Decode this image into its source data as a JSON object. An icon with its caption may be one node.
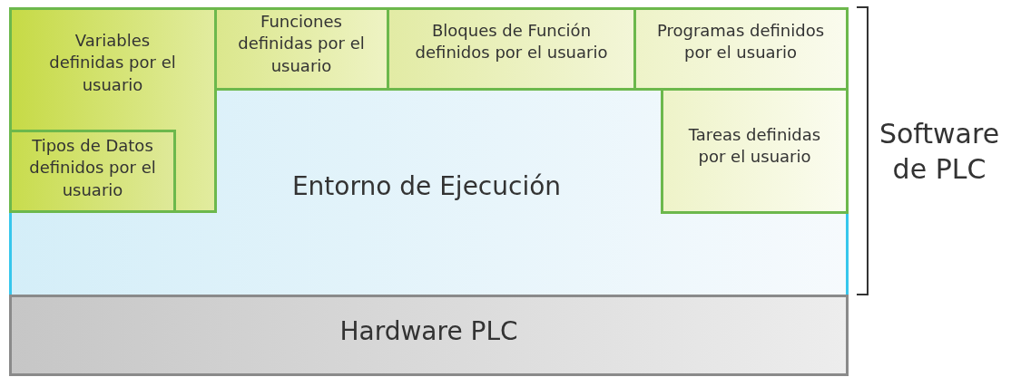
{
  "diagram": {
    "nodes": [
      {
        "text": [
          "Entorno de Ejecución"
        ]
      },
      {
        "text": [
          "Variables definidas por el usuario"
        ],
        "in": 0
      },
      {
        "text": [
          "Tipos de Datos definidos por el usuario"
        ],
        "in": 1
      },
      {
        "text": [
          "Funciones definidas por el usuario"
        ],
        "in": 0
      },
      {
        "text": [
          "Bloques de Función definidos por el usuario"
        ],
        "in": 0
      },
      {
        "text": [
          "Programas definidos por el usuario"
        ],
        "in": 0
      },
      {
        "text": [
          "Tareas definidas por el usuario"
        ],
        "in": 0
      },
      {
        "text": [
          "Hardware PLC"
        ]
      }
    ],
    "edges": [],
    "labels": [
      "Software de PLC"
    ]
  }
}
